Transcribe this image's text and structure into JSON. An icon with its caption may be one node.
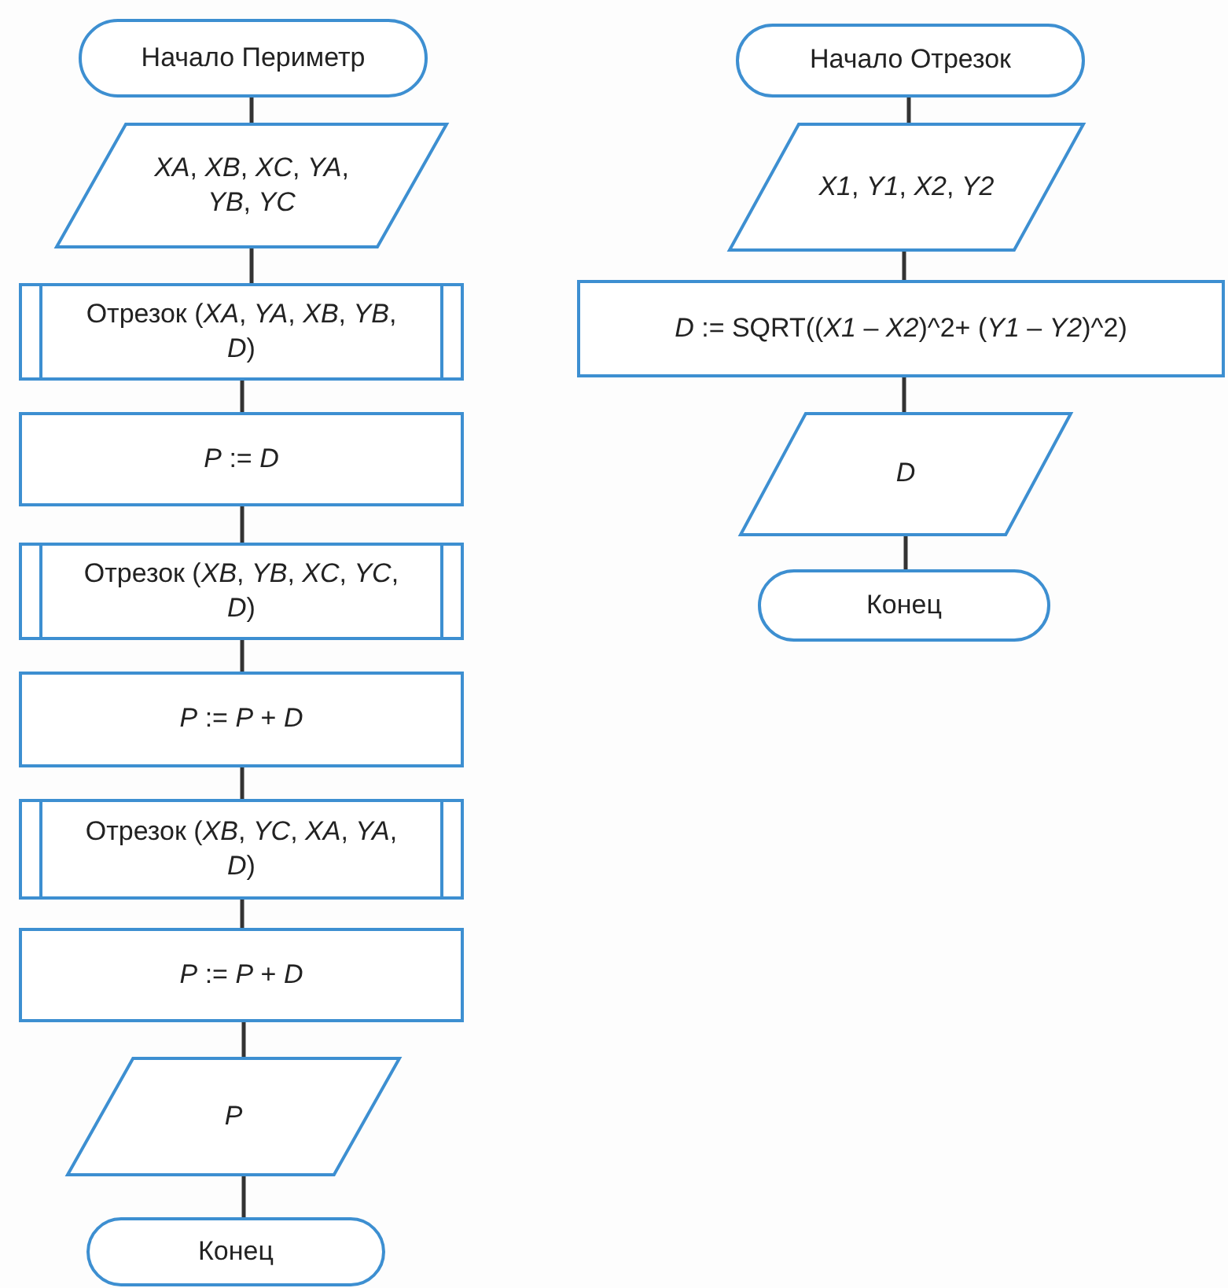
{
  "diagram": {
    "nodes": [
      {
        "text": [
          "Начало Периметр"
        ]
      },
      {
        "text": [
          "*XA*, *XB*, *XC*, *YA*, *YB*, *YC*"
        ]
      },
      {
        "text": [
          "Отрезок (*XA*, *YA*, *XB*, *YB*, *D*)"
        ]
      },
      {
        "text": [
          "*P* := *D*"
        ]
      },
      {
        "text": [
          "Отрезок (*XB*, *YB*, *XC*, *YC*, *D*)"
        ]
      },
      {
        "text": [
          "*P* := *P* + *D*"
        ]
      },
      {
        "text": [
          "Отрезок (*XB*, *YC*, *XA*, *YA*, *D*)"
        ]
      },
      {
        "text": [
          "*P* := *P* + *D*"
        ]
      },
      {
        "text": [
          "*P*"
        ]
      },
      {
        "text": [
          "Конец"
        ]
      },
      {
        "text": [
          "Начало Отрезок"
        ]
      },
      {
        "text": [
          "*X1*, *Y1*, *X2*, *Y2*"
        ]
      },
      {
        "text": [
          "*D* := SQRT((*X1* – *X2*)^2+ (*Y1* – *Y2*)^2)"
        ]
      },
      {
        "text": [
          "*D*"
        ]
      },
      {
        "text": [
          "Конец"
        ]
      }
    ],
    "edges": [
      {
        "from": 0,
        "to": 1,
        "arrow": "none"
      },
      {
        "from": 1,
        "to": 2,
        "arrow": "none"
      },
      {
        "from": 2,
        "to": 3,
        "arrow": "none"
      },
      {
        "from": 3,
        "to": 4,
        "arrow": "none"
      },
      {
        "from": 4,
        "to": 5,
        "arrow": "none"
      },
      {
        "from": 5,
        "to": 6,
        "arrow": "none"
      },
      {
        "from": 6,
        "to": 7,
        "arrow": "none"
      },
      {
        "from": 7,
        "to": 8,
        "arrow": "none"
      },
      {
        "from": 8,
        "to": 9,
        "arrow": "none"
      },
      {
        "from": 10,
        "to": 11,
        "arrow": "none"
      },
      {
        "from": 11,
        "to": 12,
        "arrow": "none"
      },
      {
        "from": 12,
        "to": 13,
        "arrow": "none"
      },
      {
        "from": 13,
        "to": 14,
        "arrow": "none"
      }
    ]
  }
}
